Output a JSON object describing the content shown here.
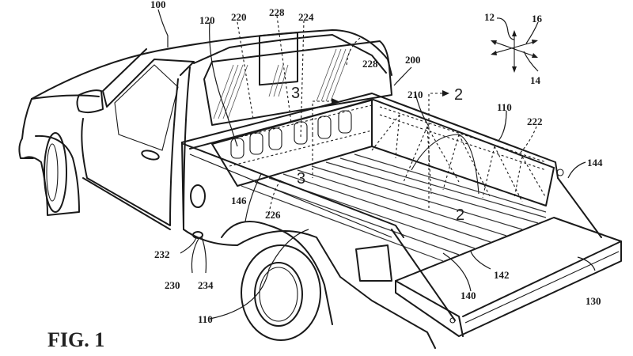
{
  "figure": {
    "title": "FIG. 1",
    "subject": "pickup truck with illuminated cargo bed"
  },
  "reference_numerals": [
    {
      "id": "100",
      "target": "vehicle"
    },
    {
      "id": "120",
      "target": "cab"
    },
    {
      "id": "220",
      "target": "light"
    },
    {
      "id": "228",
      "target": "rear-window-light"
    },
    {
      "id": "224",
      "target": "light"
    },
    {
      "id": "228b",
      "label": "228",
      "target": "light"
    },
    {
      "id": "200",
      "target": "cargo-bed-lighting-system"
    },
    {
      "id": "210",
      "target": "light-source"
    },
    {
      "id": "110",
      "target": "side-wall"
    },
    {
      "id": "222",
      "target": "light-strip"
    },
    {
      "id": "144",
      "target": "tailgate-support"
    },
    {
      "id": "146",
      "target": "bed-front-wall"
    },
    {
      "id": "226",
      "target": "bed-floor-light"
    },
    {
      "id": "232",
      "target": "switch"
    },
    {
      "id": "230",
      "target": "control"
    },
    {
      "id": "234",
      "target": "button"
    },
    {
      "id": "110b",
      "label": "110",
      "target": "wheel-well"
    },
    {
      "id": "140",
      "target": "bed-floor"
    },
    {
      "id": "142",
      "target": "rib"
    },
    {
      "id": "130",
      "target": "tailgate"
    },
    {
      "id": "12",
      "target": "axis"
    },
    {
      "id": "16",
      "target": "axis"
    },
    {
      "id": "14",
      "target": "axis"
    }
  ],
  "labels": {
    "n100": "100",
    "n120": "120",
    "n220": "220",
    "n228a": "228",
    "n224": "224",
    "n228b": "228",
    "n200": "200",
    "n210": "210",
    "n110a": "110",
    "n222": "222",
    "n144": "144",
    "n146": "146",
    "n226": "226",
    "n232": "232",
    "n230": "230",
    "n234": "234",
    "n110b": "110",
    "n140": "140",
    "n142": "142",
    "n130": "130",
    "n12": "12",
    "n16": "16",
    "n14": "14"
  },
  "section_markers": {
    "s3a": "3",
    "s3b": "3",
    "s2a": "2",
    "s2b": "2"
  }
}
